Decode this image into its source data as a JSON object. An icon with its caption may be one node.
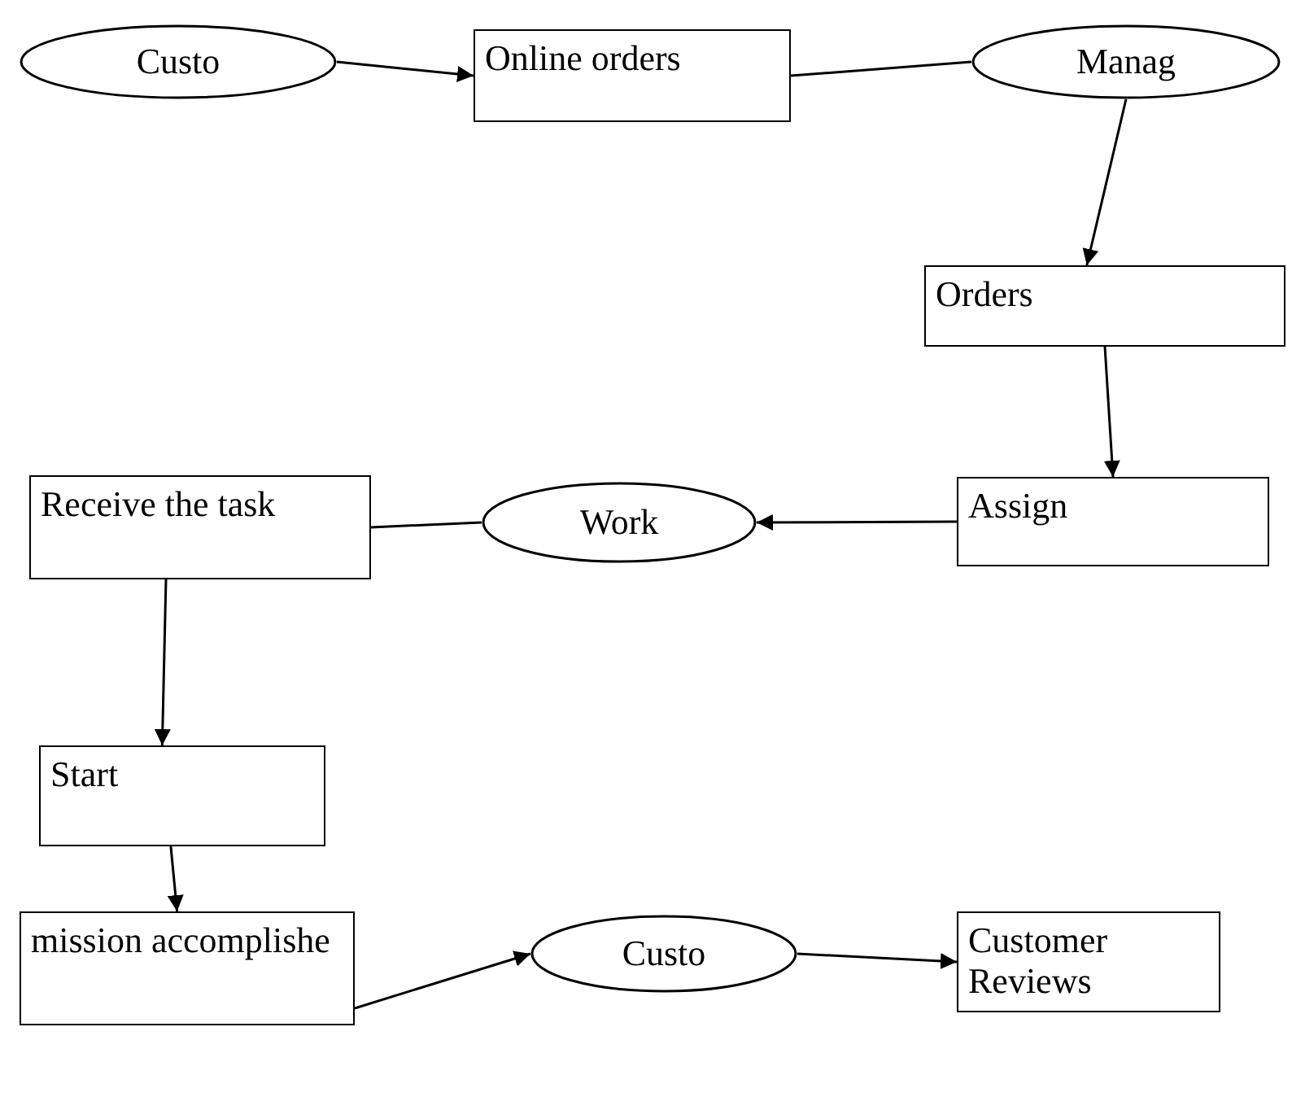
{
  "diagram": {
    "nodes": [
      {
        "text": [
          "Custo"
        ]
      },
      {
        "text": [
          "Online orders"
        ]
      },
      {
        "text": [
          "Manag"
        ]
      },
      {
        "text": [
          "Orders"
        ]
      },
      {
        "text": [
          "Assign"
        ]
      },
      {
        "text": [
          "Work"
        ]
      },
      {
        "text": [
          "Receive the task"
        ]
      },
      {
        "text": [
          "Start"
        ]
      },
      {
        "text": [
          "mission accomplishe"
        ]
      },
      {
        "text": [
          "Custo"
        ]
      },
      {
        "text": [
          "Customer Reviews"
        ]
      }
    ],
    "edges": [
      {
        "from": 0,
        "to": 1,
        "arrow": "to"
      },
      {
        "from": 1,
        "to": 2,
        "arrow": "none"
      },
      {
        "from": 2,
        "to": 3,
        "arrow": "to"
      },
      {
        "from": 3,
        "to": 4,
        "arrow": "to"
      },
      {
        "from": 4,
        "to": 5,
        "arrow": "to"
      },
      {
        "from": 6,
        "to": 5,
        "arrow": "none"
      },
      {
        "from": 6,
        "to": 7,
        "arrow": "to"
      },
      {
        "from": 7,
        "to": 8,
        "arrow": "to"
      },
      {
        "from": 8,
        "to": 9,
        "arrow": "to"
      },
      {
        "from": 9,
        "to": 10,
        "arrow": "to"
      }
    ]
  }
}
